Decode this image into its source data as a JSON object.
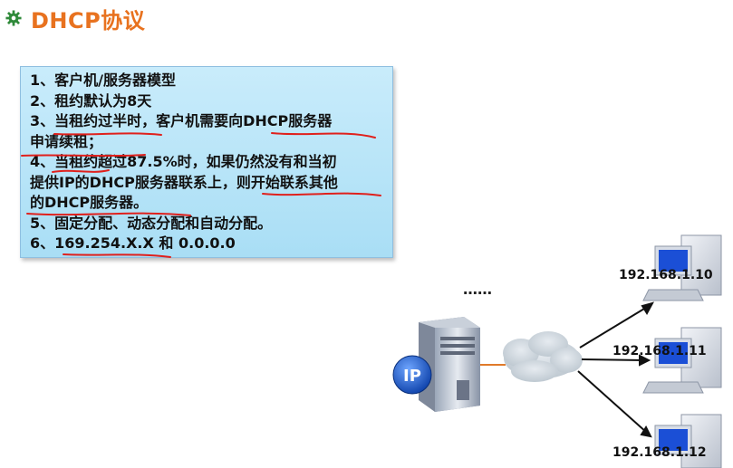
{
  "title": "DHCP协议",
  "lines": [
    "1、客户机/服务器模型",
    "2、租约默认为8天",
    "3、当租约过半时，客户机需要向DHCP服务器",
    "申请续租；",
    "4、当租约超过87.5%时，如果仍然没有和当初",
    "提供IP的DHCP服务器联系上，则开始联系其他",
    "的DHCP服务器。",
    "5、固定分配、动态分配和自动分配。",
    "6、169.254.X.X 和 0.0.0.0"
  ],
  "diagram": {
    "server_badge": "IP",
    "ellipsis": "……",
    "clients": [
      {
        "ip": "192.168.1.10"
      },
      {
        "ip": "192.168.1.11"
      },
      {
        "ip": "192.168.1.12"
      }
    ]
  },
  "colors": {
    "title": "#e8721f",
    "box_bg": "#b6e3f8",
    "underline": "#e0201c",
    "link_line": "#e07a2a",
    "arrow": "#111111"
  }
}
